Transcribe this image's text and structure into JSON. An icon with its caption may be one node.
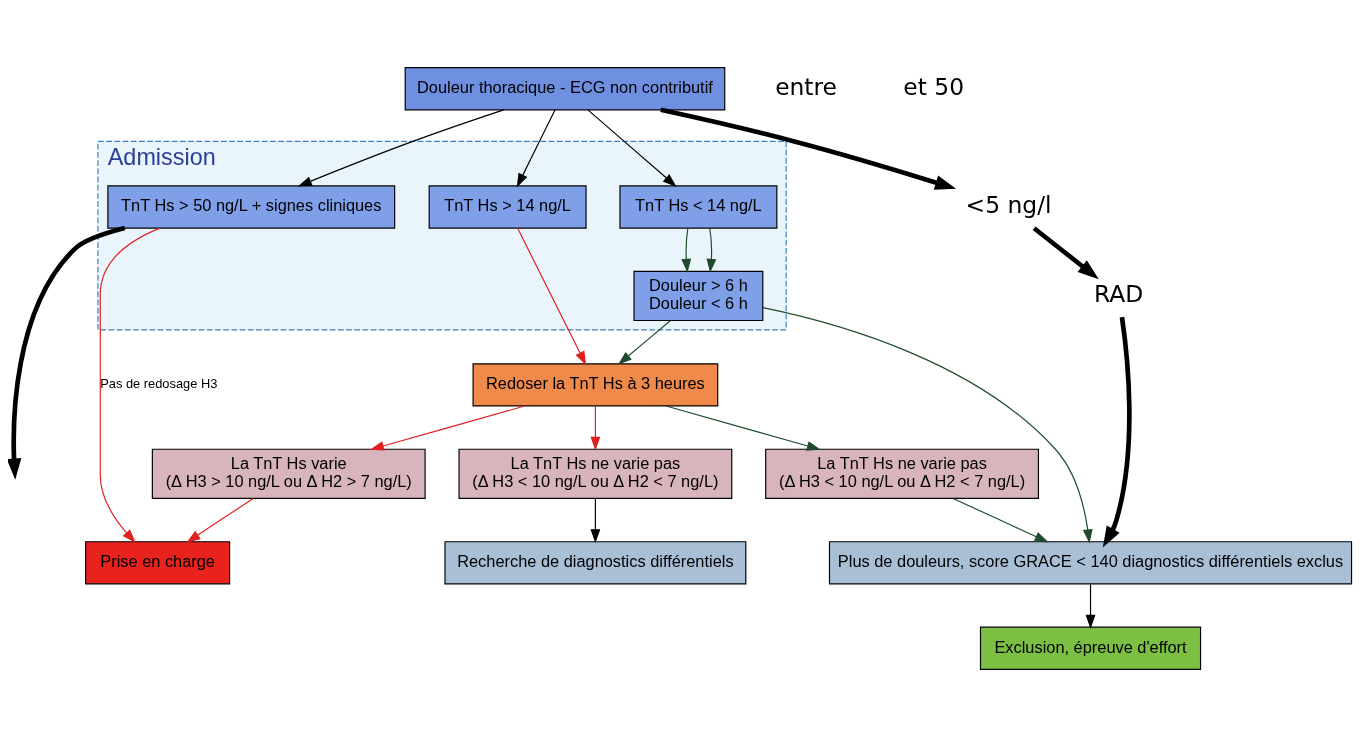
{
  "diagram": {
    "nodes": [
      {
        "text": [
          "Douleur thoracique - ECG non contributif"
        ]
      },
      {
        "text": [
          "Admission"
        ]
      },
      {
        "text": [
          "TnT Hs < 14 ng/L"
        ],
        "in": 1
      },
      {
        "text": [
          "TnT Hs > 50 ng/L + signes cliniques"
        ],
        "in": 1
      },
      {
        "text": [
          "TnT Hs > 14 ng/L"
        ],
        "in": 1
      },
      {
        "text": [
          "Douleur > 6 h",
          "Douleur < 6 h"
        ],
        "in": 1
      },
      {
        "text": [
          "Redoser la TnT Hs à 3 heures"
        ]
      },
      {
        "text": [
          "La TnT Hs ne varie pas",
          "(Δ H3 < 10 ng/L ou Δ H2 < 7 ng/L)"
        ]
      },
      {
        "text": [
          "La TnT Hs varie",
          "(Δ H3 > 10 ng/L ou Δ H2 > 7 ng/L)"
        ]
      },
      {
        "text": [
          "La TnT Hs ne varie pas",
          "(Δ H3 < 10 ng/L ou Δ H2 < 7 ng/L)"
        ]
      },
      {
        "text": [
          "Plus de douleurs, score GRACE < 140 diagnostics différentiels exclus"
        ]
      },
      {
        "text": [
          "Recherche de diagnostics différentiels"
        ]
      },
      {
        "text": [
          "Exclusion, épreuve d'effort"
        ]
      },
      {
        "text": [
          "Prise en charge"
        ]
      },
      {
        "text": [
          "<5 ng/l"
        ]
      },
      {
        "text": [
          "RAD"
        ]
      }
    ],
    "edges": [
      {
        "from": 0,
        "to": 2,
        "arrow": "to"
      },
      {
        "from": 0,
        "to": 3,
        "arrow": "to"
      },
      {
        "from": 0,
        "to": 4,
        "arrow": "to"
      },
      {
        "from": 0,
        "to": 14,
        "arrow": "to",
        "style": "thick"
      },
      {
        "from": 14,
        "to": 15,
        "arrow": "to",
        "style": "thick"
      },
      {
        "from": 2,
        "to": 5,
        "arrow": "to",
        "color": "#1f4a2c"
      },
      {
        "from": 2,
        "to": 5,
        "arrow": "to",
        "color": "#1f4a2c"
      },
      {
        "from": 5,
        "to": 10,
        "arrow": "to",
        "color": "#1f4a2c"
      },
      {
        "from": 5,
        "to": 6,
        "arrow": "to",
        "color": "#1f4a2c"
      },
      {
        "from": 4,
        "to": 6,
        "arrow": "to",
        "color": "#e02020"
      },
      {
        "from": 6,
        "to": 7,
        "arrow": "to",
        "color": "#1f4a2c"
      },
      {
        "from": 6,
        "to": 8,
        "arrow": "to",
        "color": "#e02020"
      },
      {
        "from": 6,
        "to": 9,
        "arrow": "to",
        "color": "#e02020"
      },
      {
        "from": 7,
        "to": 10,
        "arrow": "to",
        "color": "#1f4a2c"
      },
      {
        "from": 8,
        "to": 13,
        "arrow": "to",
        "color": "#e02020"
      },
      {
        "from": 3,
        "to": 13,
        "arrow": "to",
        "label": "Pas de redosage H3",
        "color": "#e02020"
      },
      {
        "from": 3,
        "to": null,
        "arrow": "to",
        "style": "thick"
      },
      {
        "from": 9,
        "to": 11,
        "arrow": "to"
      },
      {
        "from": 10,
        "to": 12,
        "arrow": "to"
      },
      {
        "from": 15,
        "to": 10,
        "arrow": "to",
        "style": "thick"
      }
    ],
    "labels": [
      "entre",
      "et 50"
    ]
  }
}
